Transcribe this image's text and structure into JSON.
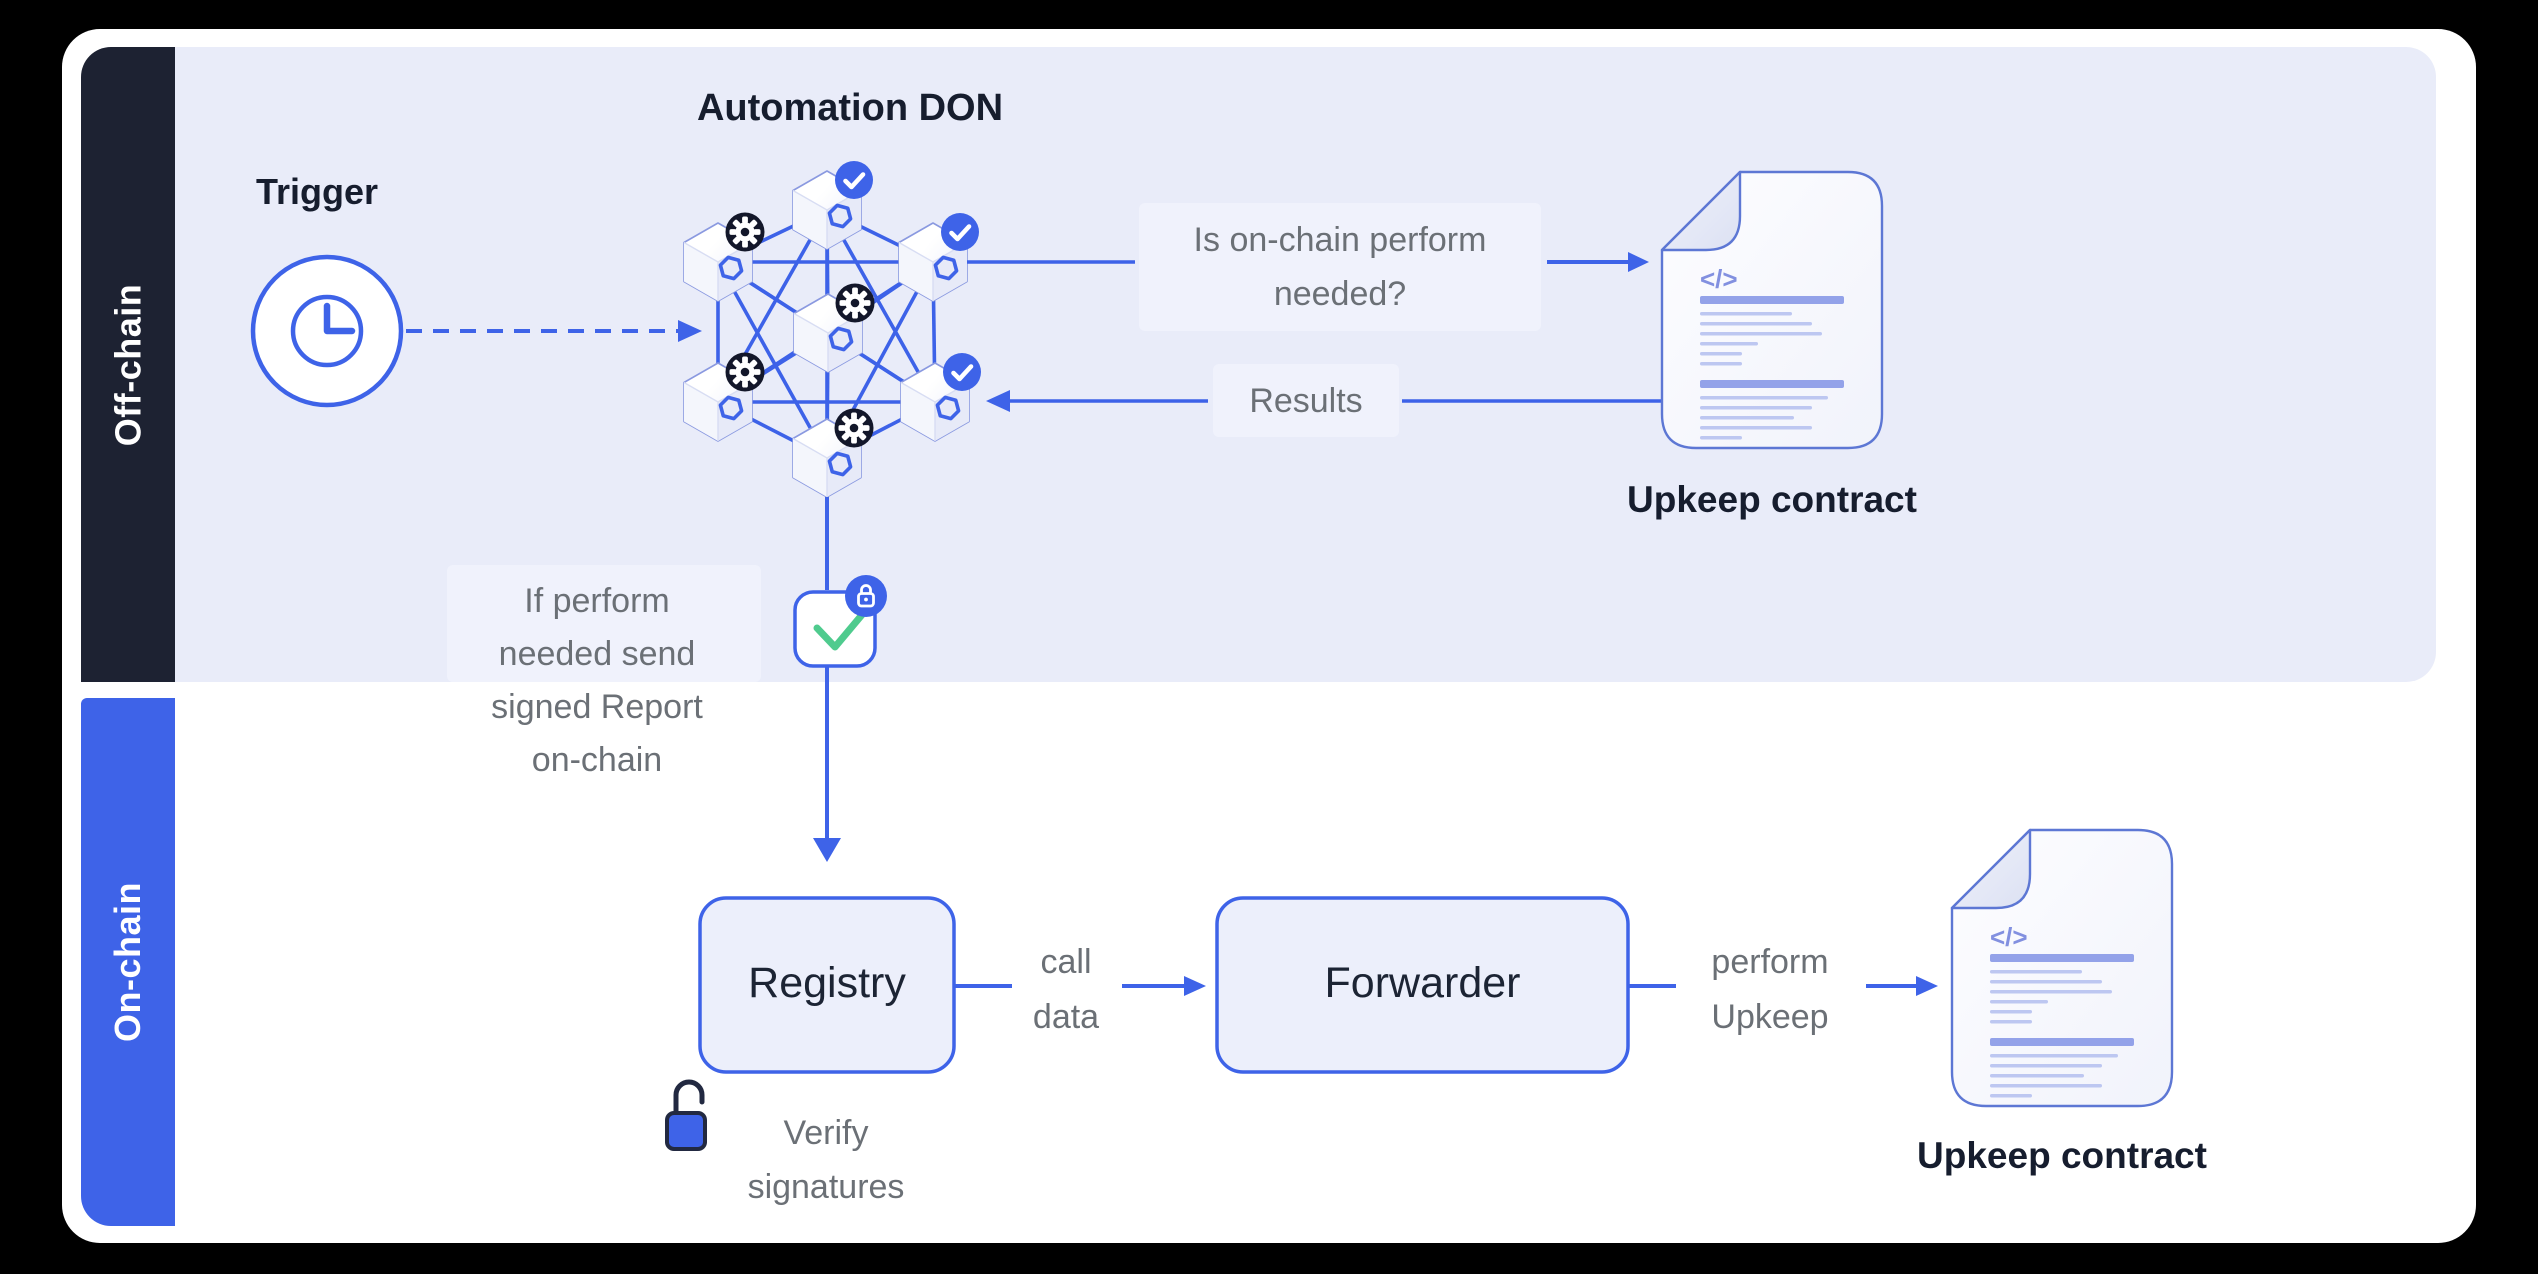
{
  "sidebar": {
    "offchain_label": "Off-chain",
    "onchain_label": "On-chain"
  },
  "offchain": {
    "trigger_label": "Trigger",
    "don_title": "Automation DON",
    "question": {
      "line1": "Is on-chain perform",
      "line2": "needed?"
    },
    "results_label": "Results",
    "upkeep_contract_label": "Upkeep contract"
  },
  "report_note": {
    "line1": "If perform",
    "line2": "needed send",
    "line3": "signed Report",
    "line4": "on-chain"
  },
  "onchain": {
    "registry_label": "Registry",
    "call_data": {
      "line1": "call",
      "line2": "data"
    },
    "forwarder_label": "Forwarder",
    "perform_upkeep": {
      "line1": "perform",
      "line2": "Upkeep"
    },
    "upkeep_contract_label": "Upkeep contract",
    "verify": {
      "line1": "Verify",
      "line2": "signatures"
    }
  },
  "doc_glyph": "</>",
  "colors": {
    "accent_blue": "#3e63e8",
    "sidebar_dark": "#1d2232",
    "band_lavender": "#e9ecf9",
    "box_fill": "#eceffb",
    "green_check": "#4fcb8e",
    "badge_dark": "#13172a",
    "gray_text": "#6b7076",
    "dark_text": "#161d2e"
  }
}
